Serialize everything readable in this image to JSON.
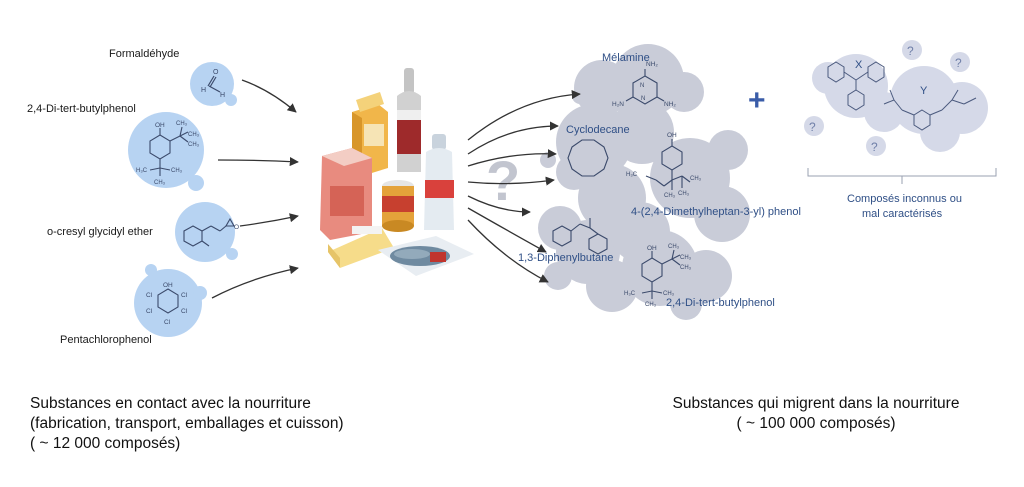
{
  "left_substances": [
    {
      "name": "Formaldéhyde"
    },
    {
      "name": "2,4-Di-tert-butylphenol"
    },
    {
      "name": "o-cresyl glycidyl ether"
    },
    {
      "name": "Pentachlorophenol"
    }
  ],
  "migrating_substances": [
    {
      "name": "Mélamine"
    },
    {
      "name": "Cyclodecane"
    },
    {
      "name": "4-(2,4-Dimethylheptan-3-yl) phenol"
    },
    {
      "name": "1,3-Diphenylbutane"
    },
    {
      "name": "2,4-Di-tert-butylphenol"
    }
  ],
  "center_question_mark": "?",
  "plus_sign": "+",
  "unknown": {
    "x_label": "X",
    "y_label": "Y",
    "question_mark": "?",
    "caption_line1": "Composés inconnus ou",
    "caption_line2": "mal caractérisés"
  },
  "atoms": {
    "oh": "OH",
    "o": "O",
    "h": "H",
    "cl": "Cl",
    "nh2": "NH₂",
    "h2n": "H₂N",
    "ch3": "CH₃",
    "h3c": "H₃C",
    "n": "N"
  },
  "bottom_left_caption": {
    "line1": "Substances en contact avec la nourriture",
    "line2": "(fabrication, transport, emballages et cuisson)",
    "line3": "( ~ 12 000 composés)"
  },
  "bottom_right_caption": {
    "line1": "Substances qui migrent dans la nourriture",
    "line2": "( ~ 100 000 composés)"
  },
  "colors": {
    "left_bubble": "#b7d3f2",
    "right_cloud": "#c9ccd8",
    "unknown_cloud": "#d5d9e8",
    "label_blue": "#2f4f86",
    "structure_stroke": "#3b4a6b",
    "arrow": "#333333"
  }
}
